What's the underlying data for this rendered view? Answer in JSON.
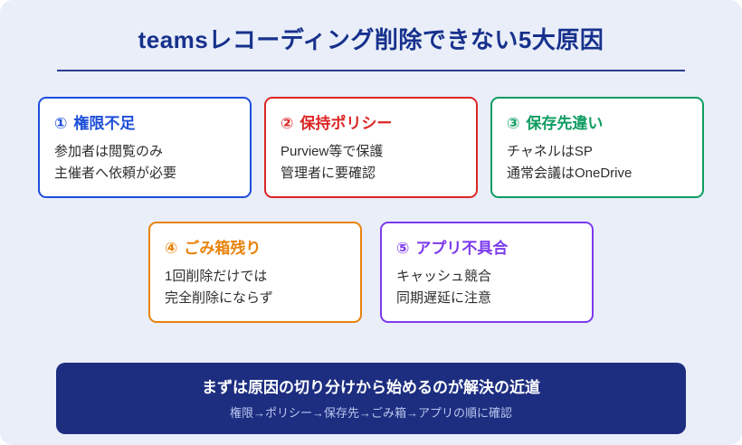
{
  "theme": {
    "background": "#e9eef9",
    "title_color": "#17318c",
    "underline_color": "#2a3d8f"
  },
  "header": {
    "title": "teamsレコーディング削除できない5大原因"
  },
  "cards": [
    {
      "number": "①",
      "title": "権限不足",
      "color": "#1d4ed8",
      "lines": [
        "参加者は閲覧のみ",
        "主催者へ依頼が必要"
      ]
    },
    {
      "number": "②",
      "title": "保持ポリシー",
      "color": "#dc2626",
      "lines": [
        "Purview等で保護",
        "管理者に要確認"
      ]
    },
    {
      "number": "③",
      "title": "保存先違い",
      "color": "#0f9d62",
      "lines": [
        "チャネルはSP",
        "通常会議はOneDrive"
      ]
    },
    {
      "number": "④",
      "title": "ごみ箱残り",
      "color": "#e8830c",
      "lines": [
        "1回削除だけでは",
        "完全削除にならず"
      ]
    },
    {
      "number": "⑤",
      "title": "アプリ不具合",
      "color": "#7c3aed",
      "lines": [
        "キャッシュ競合",
        "同期遅延に注意"
      ]
    }
  ],
  "footer": {
    "background_color": "#1d2e80",
    "headline": "まずは原因の切り分けから始めるのが解決の近道",
    "subline": "権限→ポリシー→保存先→ごみ箱→アプリの順に確認"
  }
}
